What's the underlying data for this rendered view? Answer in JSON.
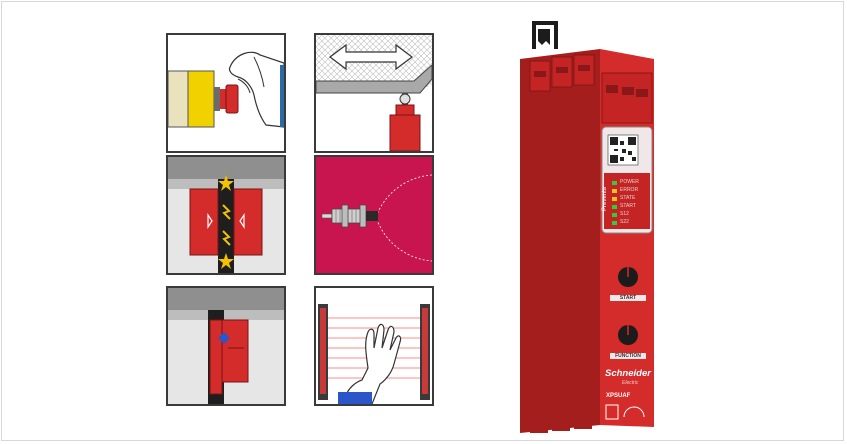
{
  "image": {
    "tiles": [
      {
        "name": "emergency-stop-pushbutton",
        "colors": {
          "body": "#f2d100",
          "button": "#d42b2b"
        }
      },
      {
        "name": "mechanical-limit-switch",
        "colors": {
          "grid": "#9a9a9a",
          "switch": "#d42b2b"
        }
      },
      {
        "name": "coded-magnetic-switch",
        "colors": {
          "sensor": "#d42b2b",
          "star": "#f2c200"
        }
      },
      {
        "name": "inductive-proximity-sensor",
        "colors": {
          "background": "#c8154f"
        }
      },
      {
        "name": "rfid-guard-switch",
        "colors": {
          "sensor": "#d42b2b",
          "marker": "#2a56c9"
        }
      },
      {
        "name": "safety-light-curtain",
        "colors": {
          "beam": "#ff8a8a",
          "sleeve": "#2a56c9"
        }
      }
    ],
    "device": {
      "status_leds": [
        "POWER",
        "ERROR",
        "STATE",
        "START",
        "S12",
        "S22"
      ],
      "knob_labels": [
        "START",
        "FUNCTION"
      ],
      "brand_name": "Schneider",
      "brand_sub": "Electric",
      "model_label": "XPSUAF",
      "side_label": "Preventa",
      "colors": {
        "housing": "#d42b2b",
        "housing_dark": "#a41e1e",
        "led": "#2ecc40"
      }
    }
  }
}
